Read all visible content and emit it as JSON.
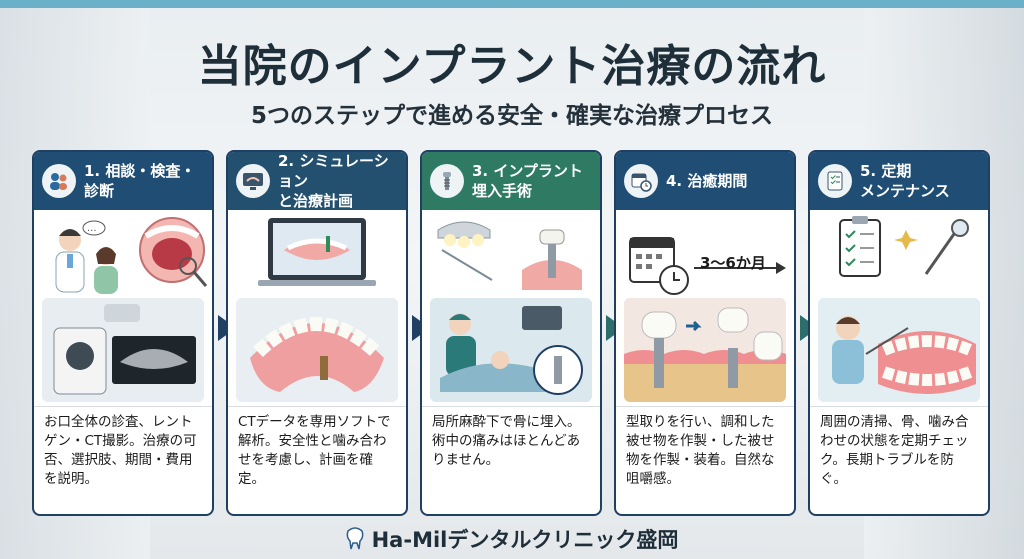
{
  "header": {
    "title": "当院のインプラント治療の流れ",
    "subtitle": "5つのステップで進める安全・確実な治療プロセス"
  },
  "colors": {
    "step1": "#1f4d73",
    "step2": "#23506e",
    "step3": "#2e7a62",
    "step4": "#1f4d73",
    "step5": "#1f4d73",
    "border": "#1f3f63",
    "topbar": "#6ab0c9"
  },
  "steps": [
    {
      "title": "1. 相談・検査・\n診断",
      "icon": "consultation-icon",
      "description": "お口全体の診査、レントゲン・CT撮影。治療の可否、選択肢、期間・費用を説明。"
    },
    {
      "title": "2. シミュレーション\nと治療計画",
      "icon": "monitor-jaw-icon",
      "description": "CTデータを専用ソフトで解析。安全性と噛み合わせを考慮し、計画を確定。"
    },
    {
      "title": "3. インプラント\n埋入手術",
      "icon": "implant-icon",
      "description": "局所麻酔下で骨に埋入。術中の痛みはほとんどありません。"
    },
    {
      "title": "4. 治癒期間",
      "icon": "calendar-clock-icon",
      "period": "3〜6か月",
      "description": "型取りを行い、調和した被せ物を作製・した被せ物を作製・装着。自然な咀嚼感。"
    },
    {
      "title": "5. 定期\nメンテナンス",
      "icon": "checklist-icon",
      "description": "周囲の清掃、骨、噛み合わせの状態を定期チェック。長期トラブルを防ぐ。"
    }
  ],
  "footer": {
    "clinic_name": "Ha-Milデンタルクリニック盛岡",
    "logo_icon": "tooth-logo-icon"
  }
}
